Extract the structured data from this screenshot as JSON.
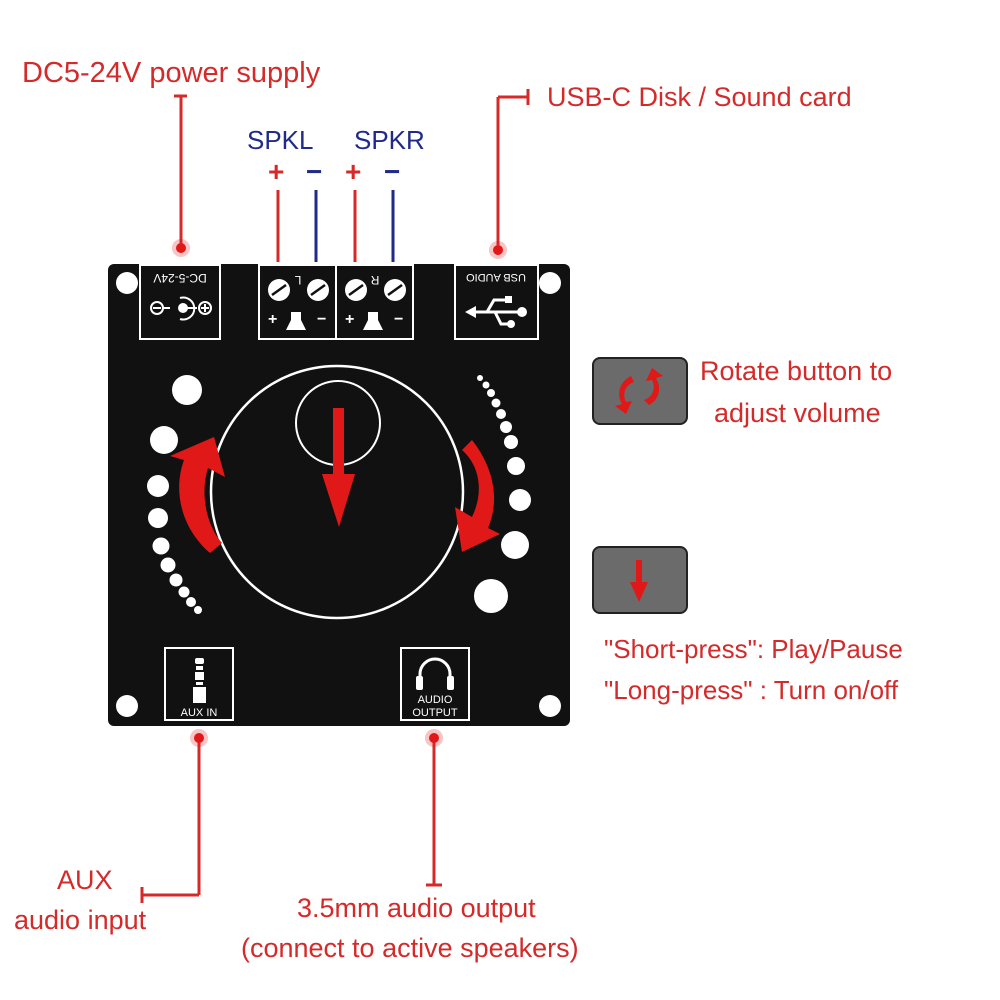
{
  "labels": {
    "power": "DC5-24V power supply",
    "usb": "USB-C Disk / Sound card",
    "spkl": "SPKL",
    "spkr": "SPKR",
    "plus": "+",
    "minus": "−",
    "rotate_line1": "Rotate button to",
    "rotate_line2": "adjust volume",
    "short_press": "\"Short-press\": Play/Pause",
    "long_press": "\"Long-press\" : Turn on/off",
    "aux_line1": "AUX",
    "aux_line2": "audio input",
    "out_line1": "3.5mm audio output",
    "out_line2": "(connect to active speakers)"
  },
  "board": {
    "dc_label": "DC-5-24V",
    "usb_label": "USB AUDIO",
    "l_label": "L",
    "r_label": "R",
    "aux_label": "AUX IN",
    "audio_out_line1": "AUDIO",
    "audio_out_line2": "OUTPUT"
  },
  "icons": [
    "rotate-icon",
    "press-down-icon",
    "dc-jack-icon",
    "usb-icon",
    "speaker-icon",
    "audio-jack-icon",
    "headphones-icon"
  ],
  "colors": {
    "annotation": "#d42a2a",
    "speaker_label": "#1f2a8a",
    "board": "#111111",
    "arrow": "#e01818",
    "button_bg": "#6b6b6b"
  }
}
